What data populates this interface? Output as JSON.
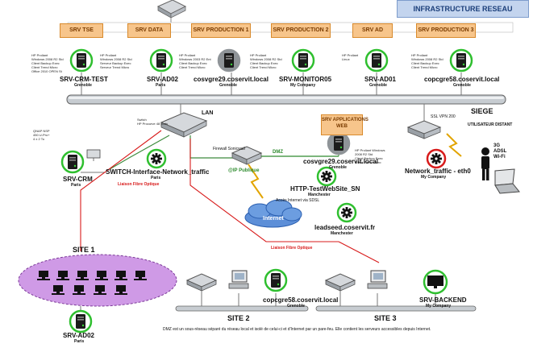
{
  "banner": "INFRASTRUCTURE RESEAU",
  "headers": [
    "SRV TSE",
    "SRV DATA",
    "SRV PRODUCTION 1",
    "SRV PRODUCTION 2",
    "SRV AD",
    "SRV PRODUCTION 3"
  ],
  "server_notes": [
    "HP Proliant\nWindows 2008 R2 Std\nClient Backup Exec\nClient Trend Micro\nOffice 2010 OPEN St",
    "HP Proliant\nWindows 2008 R2 Std\nServeur Backup Exec\nServeur Trend Micro",
    "HP Proliant\nWindows 2003 R2 Ent\nClient Backup Exec\nClient Trend Micro",
    "HP Proliant\nWindows 2008 R2 Std\nClient Backup Exec\nClient Trend Micro",
    "HP Proliant\nLinux",
    "HP Proliant\nWindows 2008 R2 Std\nClient Backup Exec\nClient Trend Micro"
  ],
  "nodes": {
    "crm_test": {
      "name": "SRV-CRM-TEST",
      "site": "Grenoble"
    },
    "ad02_top": {
      "name": "SRV-AD02",
      "site": "Paris"
    },
    "cosvgre29_top": {
      "name": "cosvgre29.coservit.local",
      "site": "Grenoble"
    },
    "monitor05": {
      "name": "SRV-MONITOR05",
      "site": "My Company"
    },
    "ad01": {
      "name": "SRV-AD01",
      "site": "Grenoble"
    },
    "copcgre58_top": {
      "name": "copcgre58.coservit.local",
      "site": "Grenoble"
    },
    "srv_crm": {
      "name": "SRV-CRM",
      "site": "Paris"
    },
    "switch_traffic": {
      "name": "SWITCH-Interface-Network_traffic",
      "site": "Paris"
    },
    "cosvgre29_web": {
      "name": "cosvgre29.coservit.local",
      "site": "Grenoble"
    },
    "http_test": {
      "name": "HTTP-TestWebSite_SN",
      "site": "Manchester"
    },
    "leadseed": {
      "name": "leadseed.coservit.fr",
      "site": "Manchester"
    },
    "network_traffic": {
      "name": "Network_traffic - eth0",
      "site": "My Company"
    },
    "copcgre58_bottom": {
      "name": "copcgre58.coservit.local",
      "site": "Grenoble"
    },
    "backend": {
      "name": "SRV-BACKEND",
      "site": "My Company"
    },
    "ad02_bottom": {
      "name": "SRV-AD02",
      "site": "Paris"
    }
  },
  "labels": {
    "siege": "SIEGE",
    "lan": "LAN",
    "switch_note": "Switch\nHP Procurve 48 ports",
    "qnap": "QNAP NSP\n450 U-Pro+\n4 x 2 To",
    "liaison1": "Liaison Fibre Optique",
    "liaison2": "Liaison Fibre Optique",
    "firewall": "Firewall Sonicwall",
    "dmz": "DMZ",
    "ip_publique": "@IP Publique",
    "acces_internet": "Accès Internet via SDSL",
    "internet": "Internet",
    "srv_app_web": "SRV APPLICATIONS\nWEB",
    "web_note": "HP Proliant Windows\n2008 R2 Std\nClient Backup Exec\nClient Trend Micro",
    "ssl_vpn": "SSL VPN 200",
    "utilisateur": "UTILISATEUR DISTANT",
    "adsl": "3G\nADSL\nWi-Fi",
    "site1": "SITE 1",
    "site2": "SITE 2",
    "site3": "SITE 3",
    "dmz_footer": "DMZ est un sous-réseau séparé du réseau local et isolé de celui-ci et d'Internet par un pare-feu. Elle contient les serveurs accessibles depuis Internet."
  }
}
